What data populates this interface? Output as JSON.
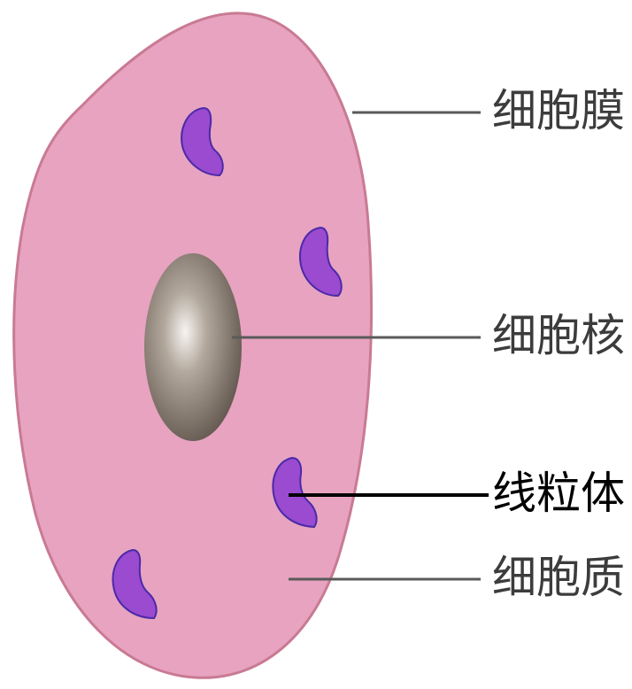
{
  "labels": {
    "membrane": "细胞膜",
    "nucleus": "细胞核",
    "mitochondria": "线粒体",
    "cytoplasm": "细胞质"
  },
  "colors": {
    "cell_fill": "#e7a3c0",
    "cell_stroke": "#c97a93",
    "nucleus_center": "#f4f2ee",
    "nucleus_edge": "#6d625a",
    "mitochondria_fill": "#9a4bcf",
    "mitochondria_stroke": "#4a2aa8",
    "leader_line_gray": "#5a5a5a",
    "leader_line_black": "#000000"
  }
}
